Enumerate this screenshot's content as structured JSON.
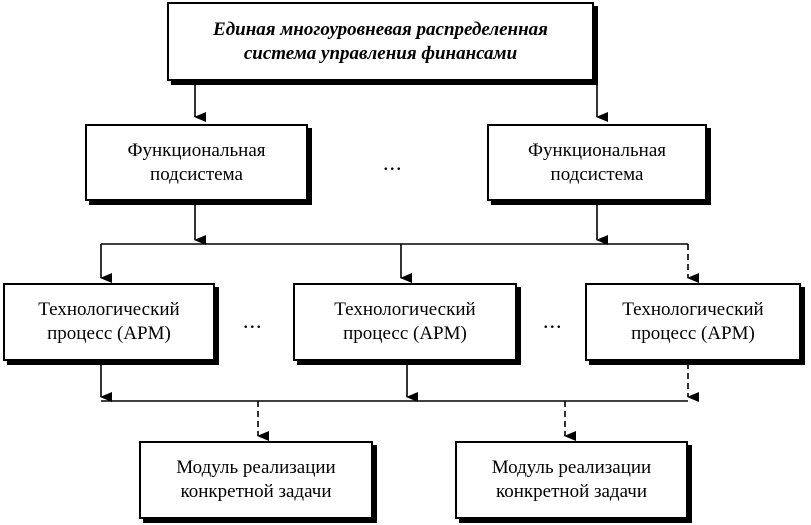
{
  "root": {
    "line1": "Единая многоуровневая распределенная",
    "line2": "система управления финансами"
  },
  "subsystems": [
    {
      "line1": "Функциональная",
      "line2": "подсистема"
    },
    {
      "line1": "Функциональная",
      "line2": "подсистема"
    }
  ],
  "processes": [
    {
      "line1": "Технологический",
      "line2": "процесс (АРМ)"
    },
    {
      "line1": "Технологический",
      "line2": "процесс (АРМ)"
    },
    {
      "line1": "Технологический",
      "line2": "процесс (АРМ)"
    }
  ],
  "modules": [
    {
      "line1": "Модуль реализации",
      "line2": "конкретной задачи"
    },
    {
      "line1": "Модуль реализации",
      "line2": "конкретной задачи"
    }
  ],
  "ellipsis": "..."
}
